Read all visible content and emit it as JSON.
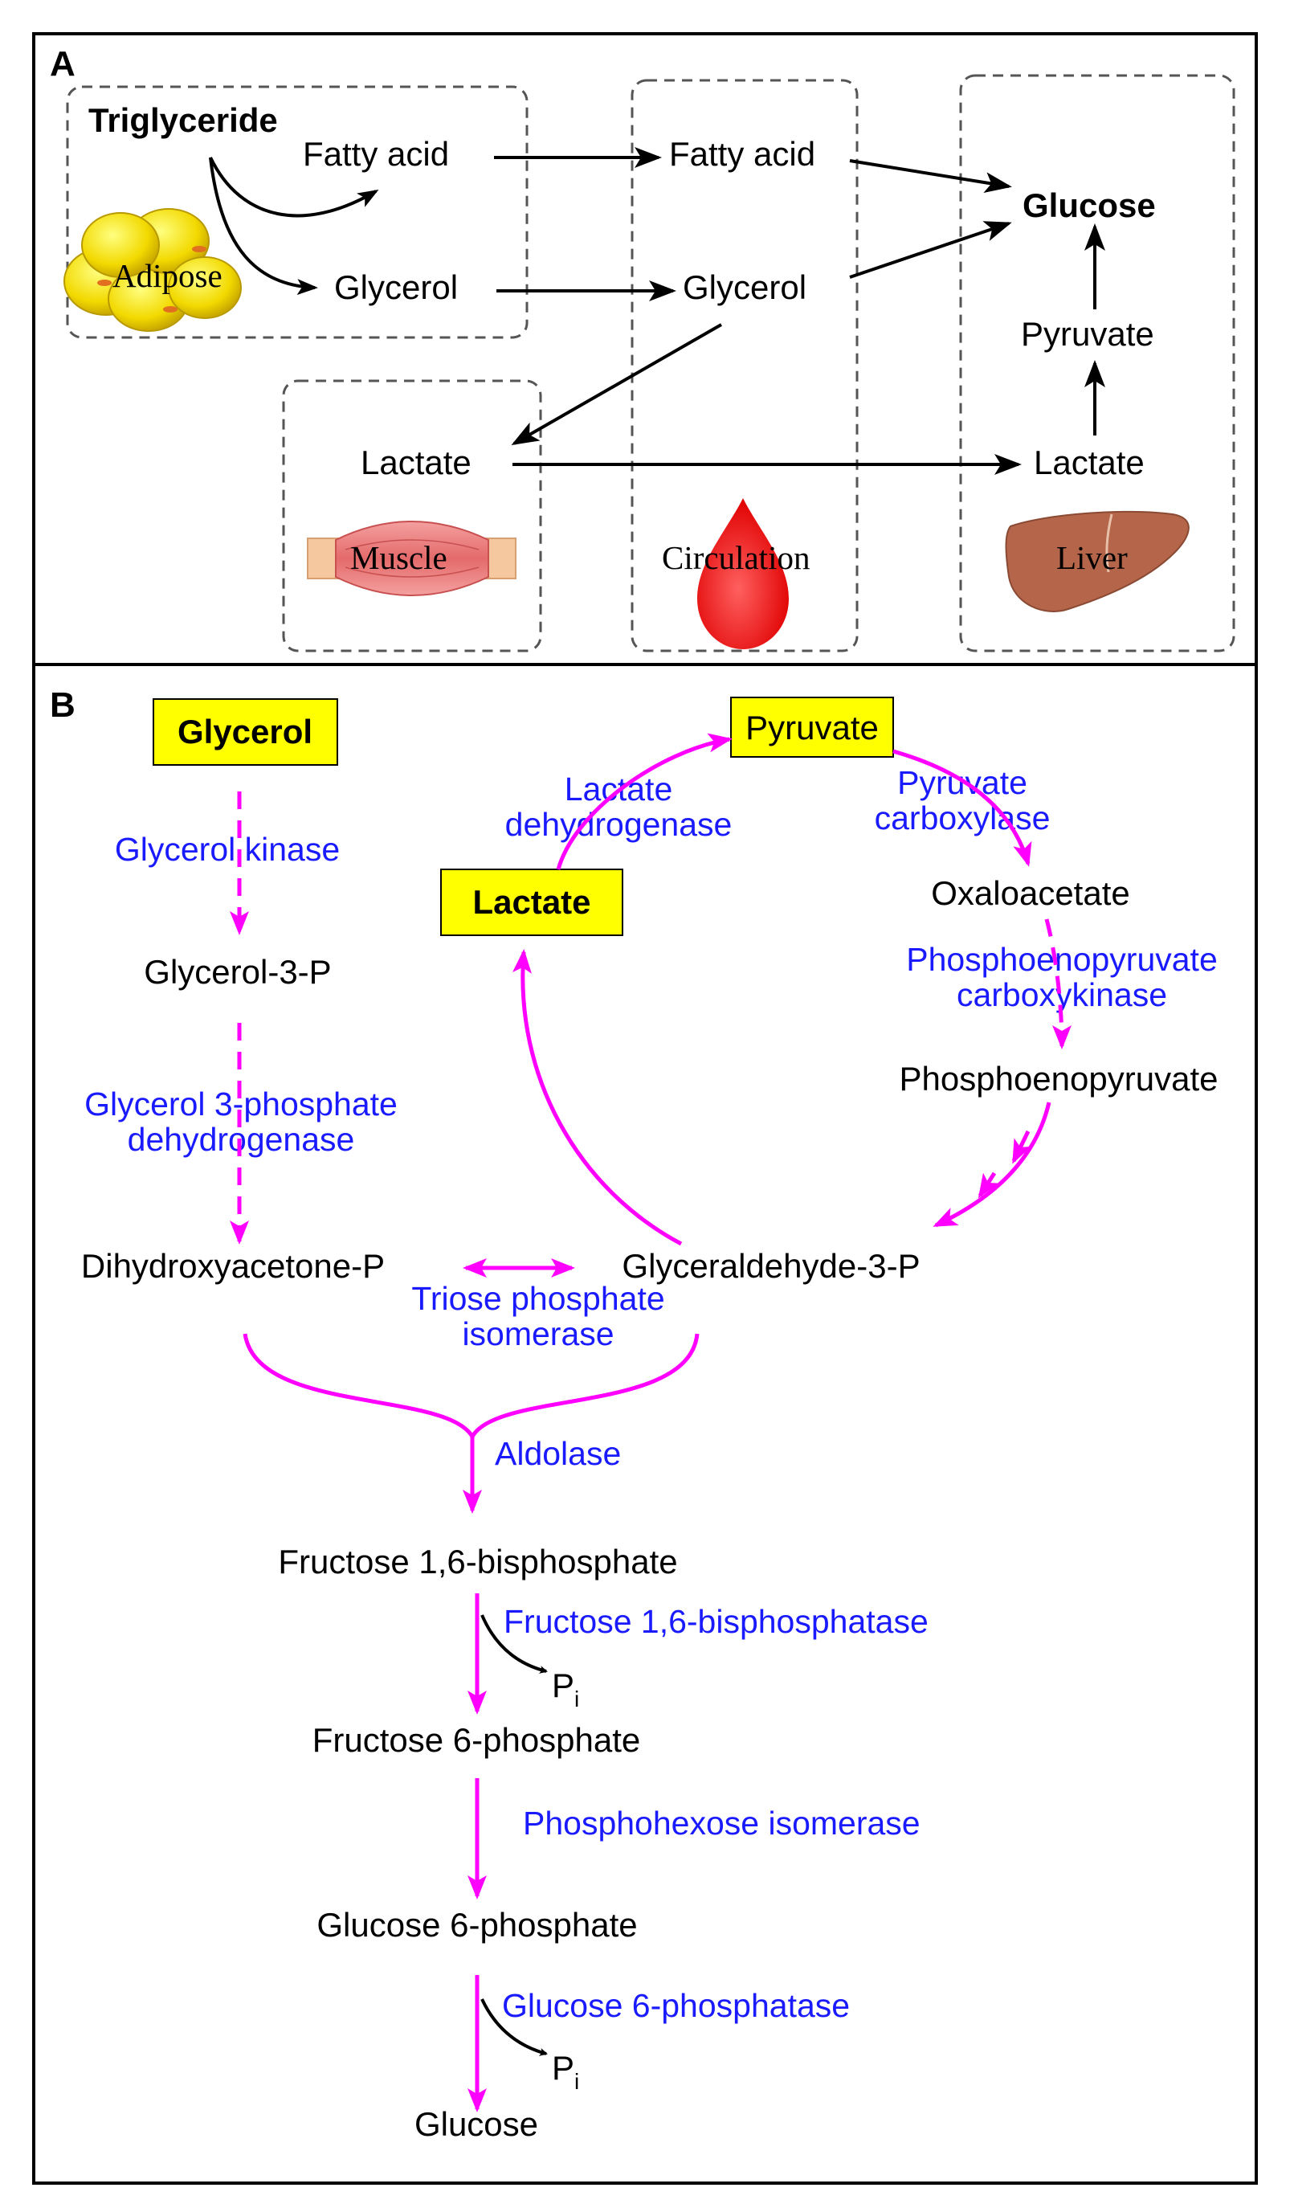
{
  "panel_a": {
    "letter": "A",
    "compartments": {
      "adipose": "Adipose",
      "muscle": "Muscle",
      "circulation": "Circulation",
      "liver": "Liver"
    },
    "nodes": {
      "triglyceride": "Triglyceride",
      "fatty_acid_adipose": "Fatty acid",
      "glycerol_adipose": "Glycerol",
      "fatty_acid_circ": "Fatty acid",
      "glycerol_circ": "Glycerol",
      "lactate_muscle": "Lactate",
      "glucose": "Glucose",
      "pyruvate": "Pyruvate",
      "lactate_liver": "Lactate"
    },
    "icons": [
      "fat-cells-icon",
      "muscle-icon",
      "blood-drop-icon",
      "liver-icon"
    ],
    "colors": {
      "arrow": "#000000",
      "adipose": "#f5e000",
      "blood": "#ff2020",
      "liver": "#b5654a",
      "muscle": "#e88080"
    }
  },
  "panel_b": {
    "letter": "B",
    "boxed": {
      "glycerol": "Glycerol",
      "pyruvate": "Pyruvate",
      "lactate": "Lactate"
    },
    "metabolites": {
      "glycerol_3p": "Glycerol-3-P",
      "dhap": "Dihydroxyacetone-P",
      "g3p": "Glyceraldehyde-3-P",
      "oxaloacetate": "Oxaloacetate",
      "pep": "Phosphoenopyruvate",
      "f16bp": "Fructose 1,6-bisphosphate",
      "f6p": "Fructose 6-phosphate",
      "g6p": "Glucose 6-phosphate",
      "glucose": "Glucose",
      "pi_main": "P",
      "pi_sub": "i"
    },
    "enzymes": {
      "glycerol_kinase": "Glycerol kinase",
      "g3pdh_1": "Glycerol  3-phosphate",
      "g3pdh_2": "dehydrogenase",
      "ldh_1": "Lactate",
      "ldh_2": "dehydrogenase",
      "pc_1": "Pyruvate",
      "pc_2": "carboxylase",
      "pepck_1": "Phosphoenopyruvate",
      "pepck_2": "carboxykinase",
      "tpi_1": "Triose phosphate",
      "tpi_2": "isomerase",
      "aldolase": "Aldolase",
      "fbpase": "Fructose 1,6-bisphosphatase",
      "phi": "Phosphohexose isomerase",
      "g6pase": "Glucose 6-phosphatase"
    },
    "colors": {
      "pathway_arrow": "#ff00ff",
      "enzyme_text": "#1a1aff",
      "highlight_box": "#ffff00"
    }
  }
}
